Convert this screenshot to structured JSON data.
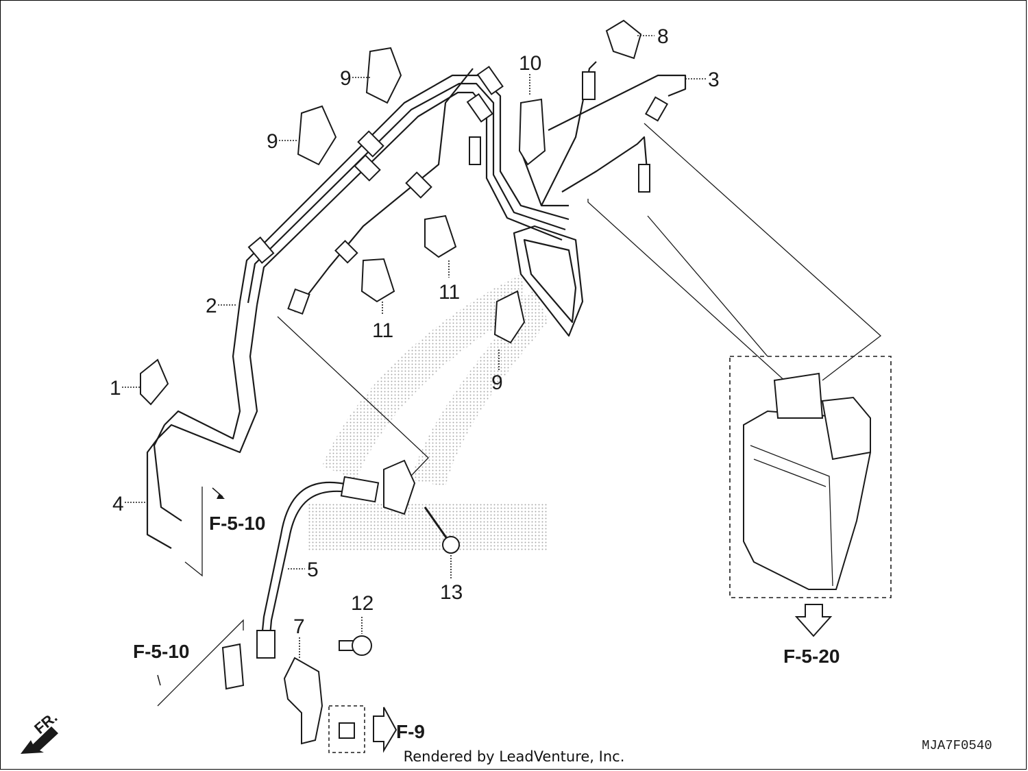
{
  "diagram": {
    "callouts": [
      {
        "id": "c1",
        "label": "1"
      },
      {
        "id": "c2",
        "label": "2"
      },
      {
        "id": "c3",
        "label": "3"
      },
      {
        "id": "c4",
        "label": "4"
      },
      {
        "id": "c5",
        "label": "5"
      },
      {
        "id": "c7",
        "label": "7"
      },
      {
        "id": "c8",
        "label": "8"
      },
      {
        "id": "c9a",
        "label": "9"
      },
      {
        "id": "c9b",
        "label": "9"
      },
      {
        "id": "c9c",
        "label": "9"
      },
      {
        "id": "c10",
        "label": "10"
      },
      {
        "id": "c11a",
        "label": "11"
      },
      {
        "id": "c11b",
        "label": "11"
      },
      {
        "id": "c12",
        "label": "12"
      },
      {
        "id": "c13",
        "label": "13"
      }
    ],
    "references": {
      "f510_upper": "F-5-10",
      "f510_lower": "F-5-10",
      "f520": "F-5-20",
      "f9": "F-9"
    },
    "direction_label": "FR.",
    "diagram_code": "MJA7F0540",
    "credit": "Rendered by LeadVenture, Inc."
  }
}
